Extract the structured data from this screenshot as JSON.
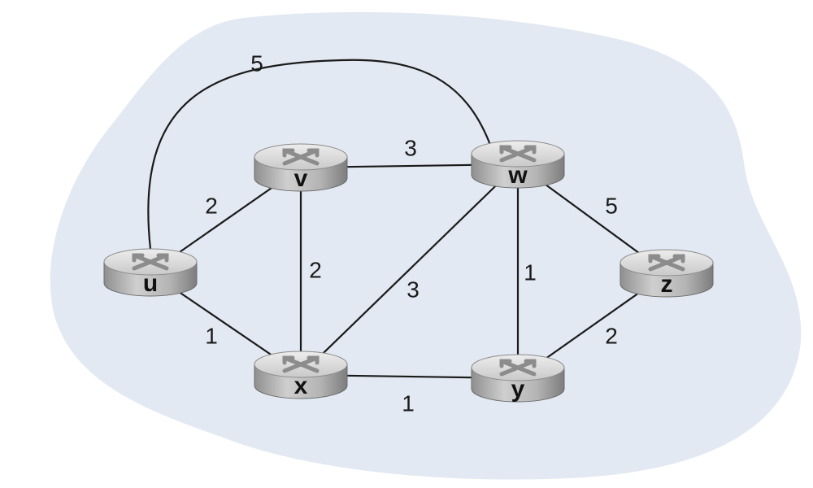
{
  "colors": {
    "cloud": "#e3e9f2",
    "link": "#1a1a1a",
    "router_body": "#b8b8b8",
    "router_top": "#dcdcdc"
  },
  "nodes": [
    {
      "id": "u",
      "label": "u",
      "icon": "router-icon"
    },
    {
      "id": "v",
      "label": "v",
      "icon": "router-icon"
    },
    {
      "id": "w",
      "label": "w",
      "icon": "router-icon"
    },
    {
      "id": "x",
      "label": "x",
      "icon": "router-icon"
    },
    {
      "id": "y",
      "label": "y",
      "icon": "router-icon"
    },
    {
      "id": "z",
      "label": "z",
      "icon": "router-icon"
    }
  ],
  "edges": [
    {
      "from": "u",
      "to": "w",
      "weight": "5",
      "curved": true
    },
    {
      "from": "u",
      "to": "v",
      "weight": "2"
    },
    {
      "from": "u",
      "to": "x",
      "weight": "1"
    },
    {
      "from": "v",
      "to": "w",
      "weight": "3"
    },
    {
      "from": "v",
      "to": "x",
      "weight": "2"
    },
    {
      "from": "x",
      "to": "w",
      "weight": "3"
    },
    {
      "from": "w",
      "to": "y",
      "weight": "1"
    },
    {
      "from": "w",
      "to": "z",
      "weight": "5"
    },
    {
      "from": "x",
      "to": "y",
      "weight": "1"
    },
    {
      "from": "y",
      "to": "z",
      "weight": "2"
    }
  ]
}
